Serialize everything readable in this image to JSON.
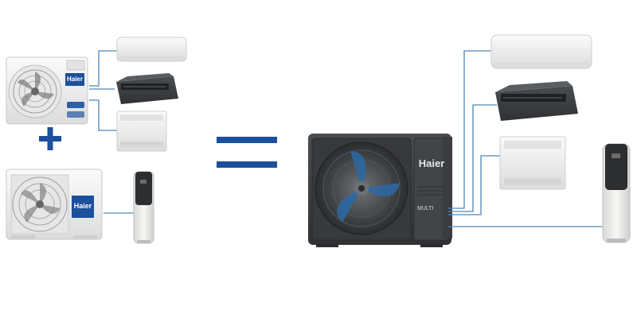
{
  "left_group": {
    "outdoor_unit_1": {
      "brand_label": "Haier",
      "icon": "outdoor-unit-icon"
    },
    "outdoor_unit_2": {
      "brand_label": "Haier",
      "icon": "outdoor-unit-icon"
    },
    "plus_symbol": "+",
    "indoor_units": [
      "wall-split-icon",
      "ducted-unit-icon",
      "floor-console-icon"
    ],
    "water_heater": "heat-pump-water-heater-icon"
  },
  "equals_symbol": "=",
  "right_group": {
    "multi_outdoor_unit": {
      "brand_label": "Haier",
      "model_label": "MULTI",
      "icon": "multi-outdoor-unit-icon"
    },
    "indoor_units": [
      "wall-split-icon",
      "ducted-unit-icon",
      "floor-console-icon"
    ],
    "water_heater": "heat-pump-water-heater-icon"
  },
  "colors": {
    "haier_blue": "#1c4f9c",
    "pipe_blue": "#4f86b8",
    "unit_white": "#f1f1f0",
    "unit_dark": "#3e4144",
    "fan_blue": "#2b68a6"
  }
}
